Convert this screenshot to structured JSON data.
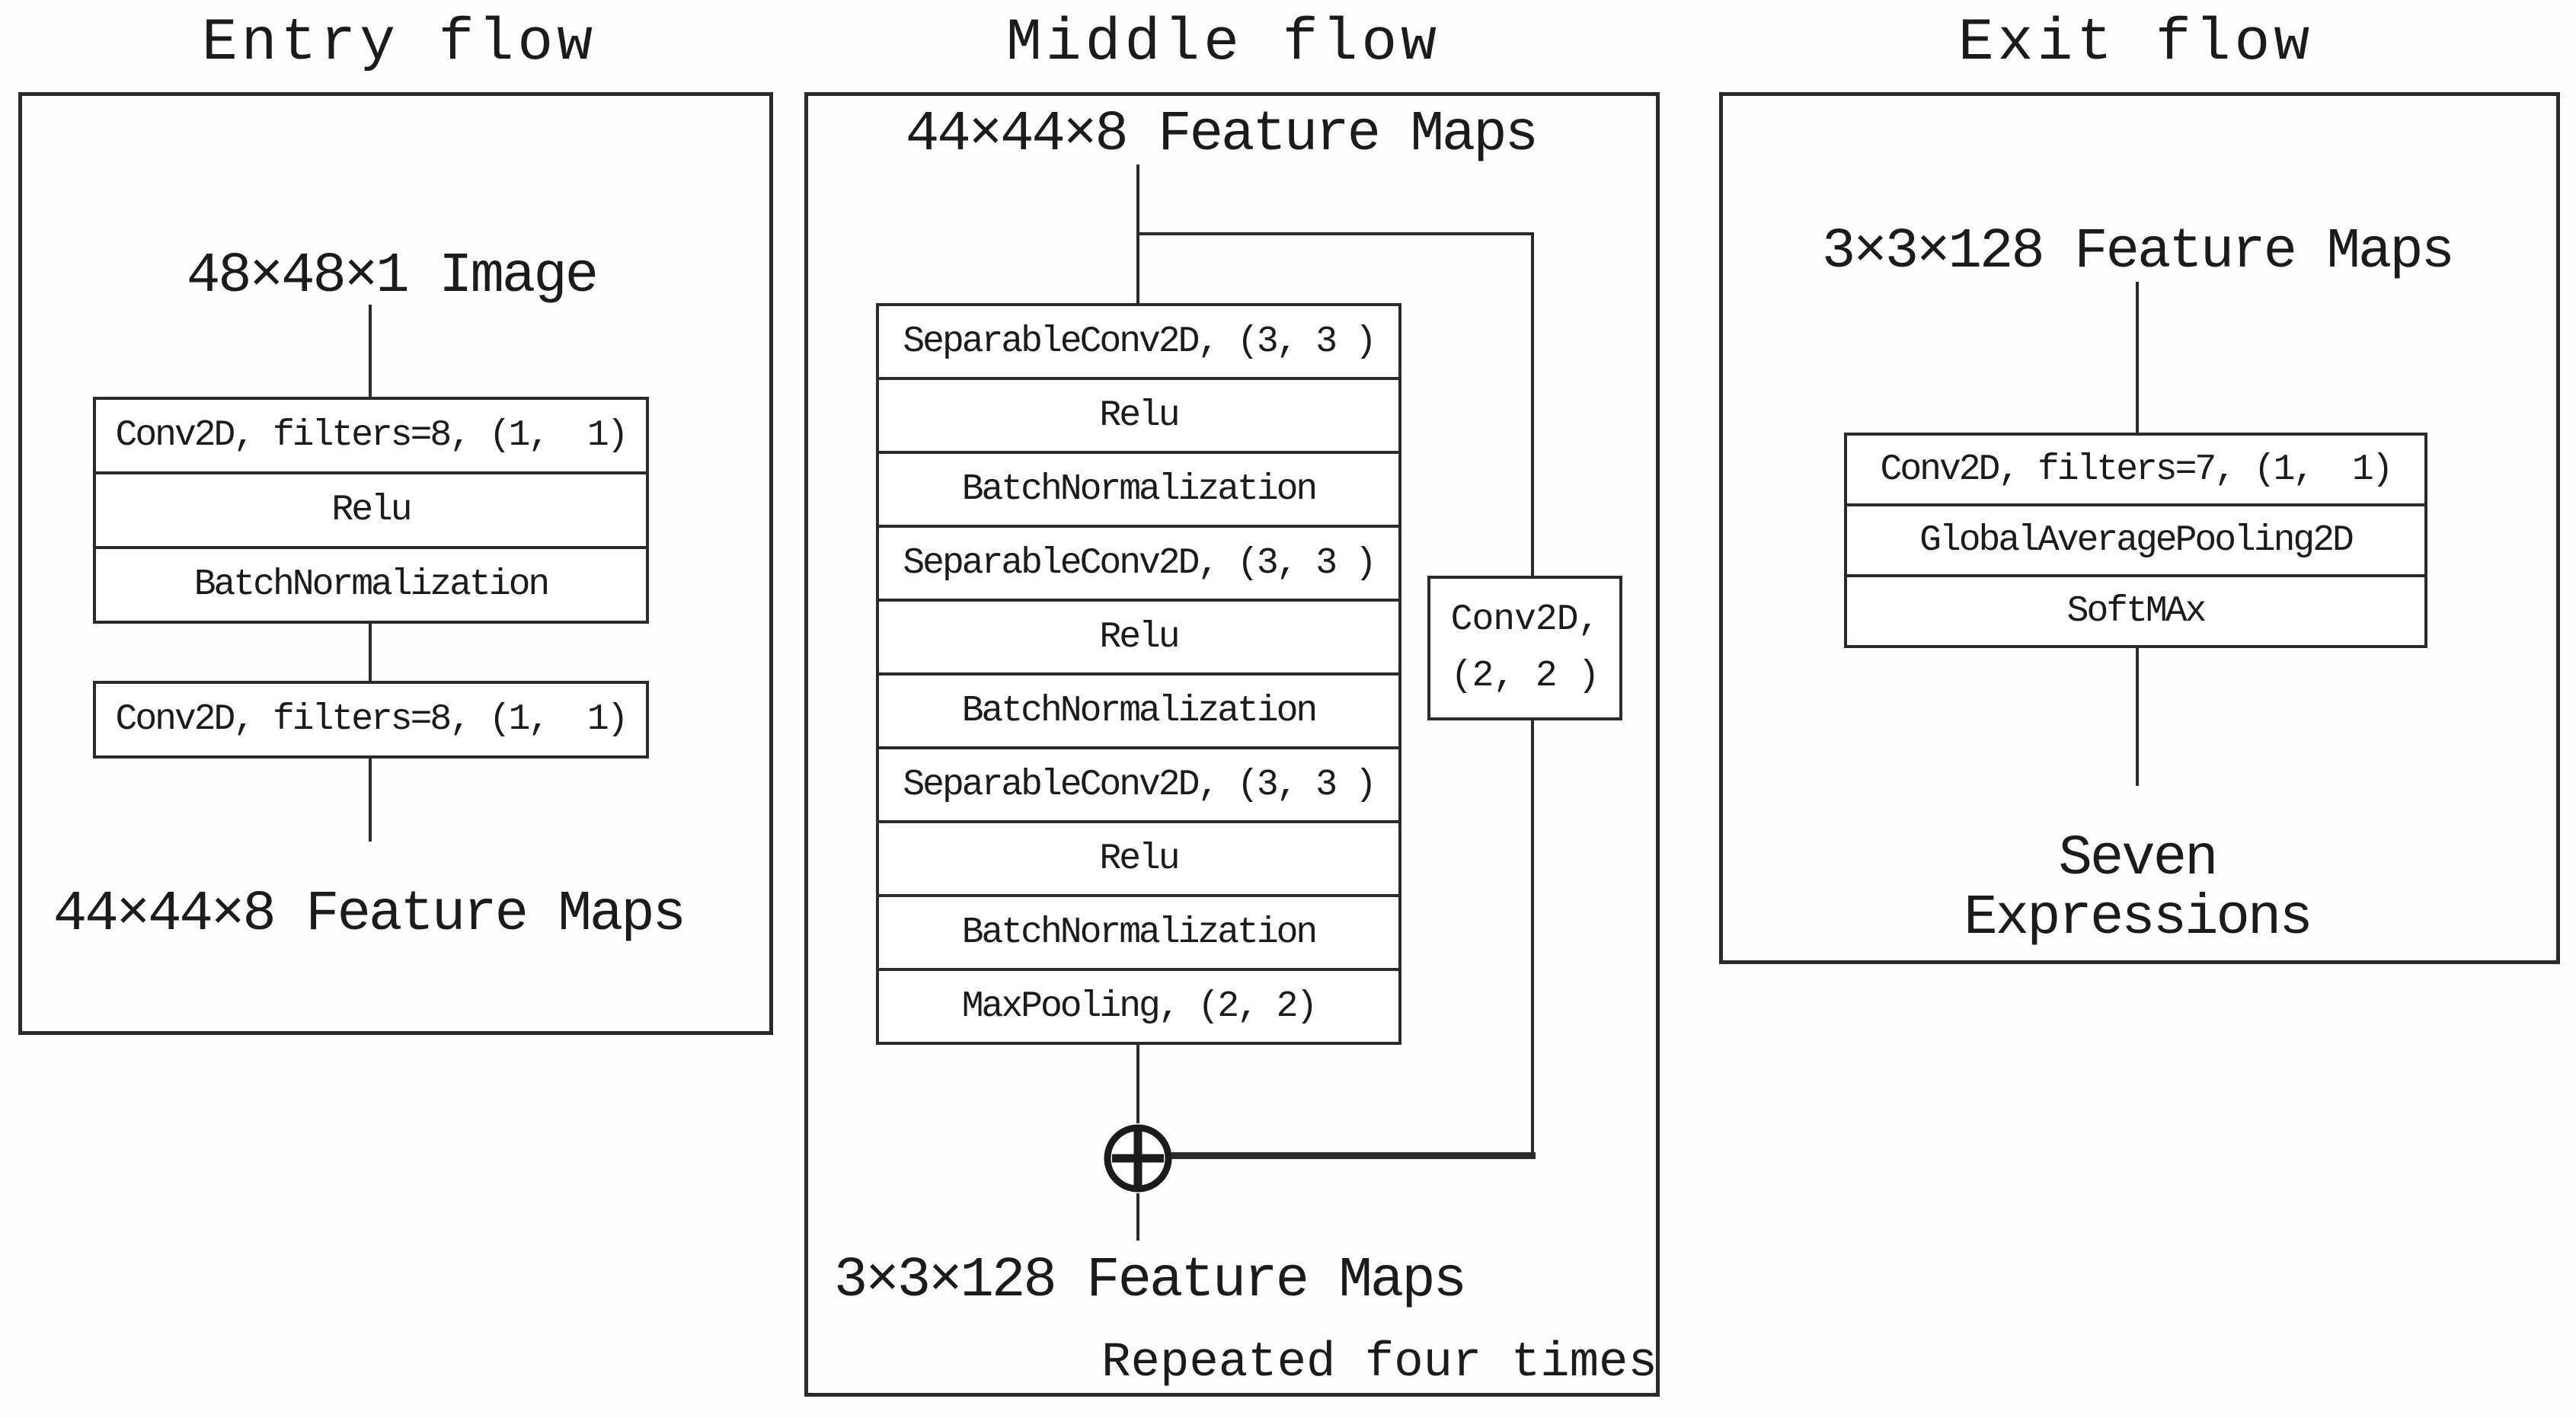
{
  "colors": {
    "ink": "#1b1b1b",
    "border": "#2b2b2b",
    "background": "#ffffff"
  },
  "icons": {
    "merge_icon": "plus-circle"
  },
  "entry": {
    "title": "Entry flow",
    "input_label": "48×48×1 Image",
    "block1": [
      "Conv2D, filters=8, (1,  1)",
      "Relu",
      "BatchNormalization"
    ],
    "block2": [
      "Conv2D, filters=8, (1,  1)"
    ],
    "output_label": "44×44×8 Feature Maps"
  },
  "middle": {
    "title": "Middle flow",
    "input_label": "44×44×8 Feature Maps",
    "stack": [
      "SeparableConv2D, (3, 3 )",
      "Relu",
      "BatchNormalization",
      "SeparableConv2D, (3, 3 )",
      "Relu",
      "BatchNormalization",
      "SeparableConv2D, (3, 3 )",
      "Relu",
      "BatchNormalization",
      "MaxPooling, (2, 2)"
    ],
    "shortcut": {
      "line1": "Conv2D,",
      "line2": "(2, 2 )"
    },
    "output_label": "3×3×128 Feature Maps",
    "note": "Repeated four times"
  },
  "exit": {
    "title": "Exit flow",
    "input_label": "3×3×128 Feature Maps",
    "stack": [
      "Conv2D, filters=7, (1,  1)",
      "GlobalAveragePooling2D",
      "SoftMAx"
    ],
    "output": {
      "line1": "Seven",
      "line2": "Expressions"
    }
  }
}
